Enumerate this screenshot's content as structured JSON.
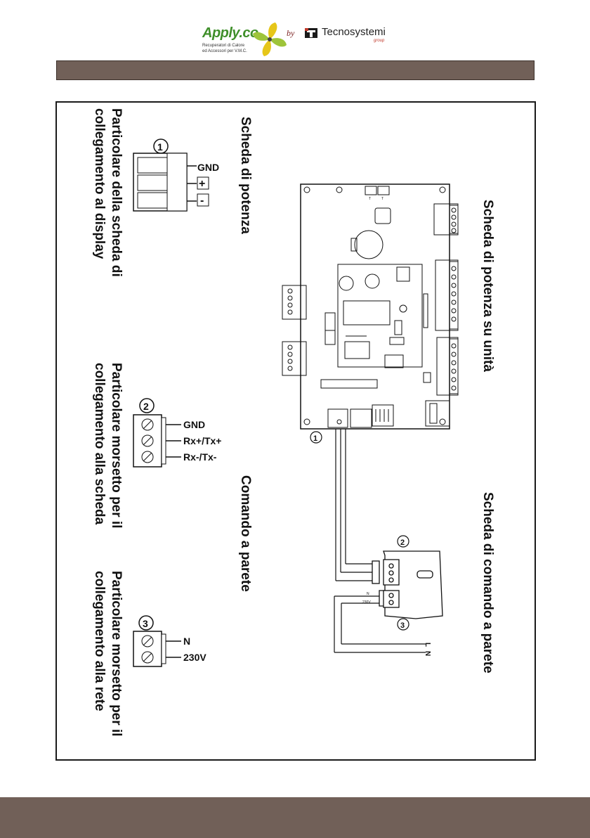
{
  "header": {
    "brand": "Apply.co",
    "brand_sub1": "Recuperatori di Calore",
    "brand_sub2": "ed Accessori per V.M.C.",
    "by": "by",
    "partner": "Tecnosystemi",
    "partner_group": "group"
  },
  "title_bar": {
    "text": ""
  },
  "diagram": {
    "power_board_unit": "Scheda di potenza su unità",
    "wall_board": "Scheda di comando a parete",
    "power_board": "Scheda di potenza",
    "wall_control": "Comando a parete",
    "detail1_line1": "Particolare della scheda di",
    "detail1_line2": "collegamento al display",
    "detail2_line1": "Particolare morsetto per il",
    "detail2_line2": "collegamento alla scheda",
    "detail3_line1": "Particolare morsetto per il",
    "detail3_line2": "collegamento alla rete",
    "t1_gnd": "GND",
    "t1_plus": "+",
    "t1_minus": "-",
    "t2_gnd": "GND",
    "t2_rx_plus": "Rx+/Tx+",
    "t2_rx_minus": "Rx-/Tx-",
    "t3_n": "N",
    "t3_230": "230V",
    "ref1": "1",
    "ref2": "2",
    "ref3": "3",
    "line_l": "L",
    "line_n": "N",
    "wall_n": "N",
    "wall_230": "230V"
  },
  "colors": {
    "bar": "#716058",
    "ink": "#111111"
  }
}
